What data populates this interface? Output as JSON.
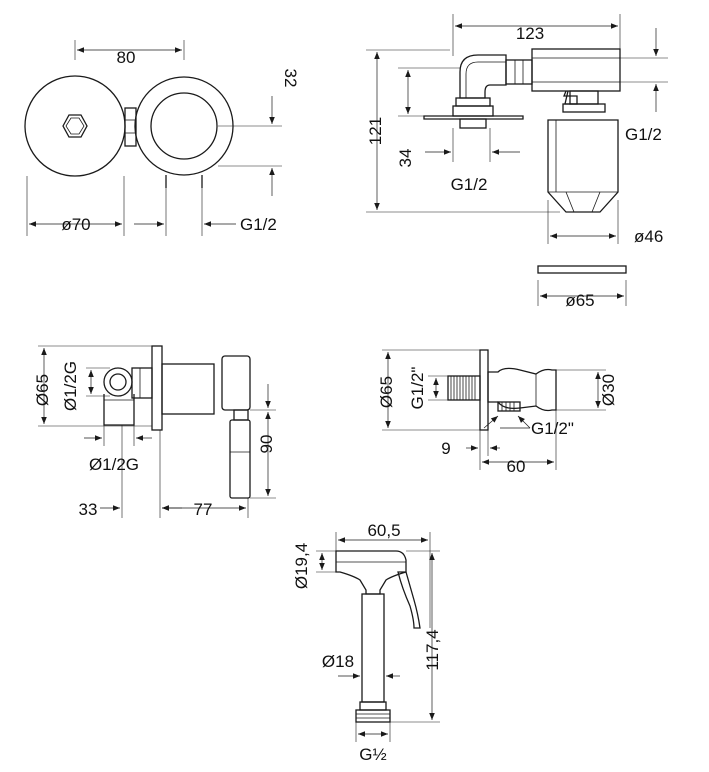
{
  "diagram": {
    "top_left": {
      "width": "80",
      "height": "32",
      "diameter": "ø70",
      "thread": "G1/2"
    },
    "top_right": {
      "length": "123",
      "height": "121",
      "depth": "34",
      "thread_side": "G1/2",
      "thread_bottom": "G1/2",
      "diameter_body": "ø46",
      "diameter_plate": "ø65"
    },
    "middle_left": {
      "plate_diameter": "Ø65",
      "inlet": "Ø1/2G",
      "outlet": "Ø1/2G",
      "depth": "33",
      "length": "77",
      "lever_height": "90"
    },
    "middle_right": {
      "plate_diameter": "Ø65",
      "thread_in": "G1/2\"",
      "thread_out": "G1/2\"",
      "holder_diameter": "Ø30",
      "plate_thickness": "9",
      "length": "60"
    },
    "bottom": {
      "head_width": "60,5",
      "head_diameter": "Ø19,4",
      "handle_diameter": "Ø18",
      "height": "117,4",
      "thread": "G½"
    }
  }
}
